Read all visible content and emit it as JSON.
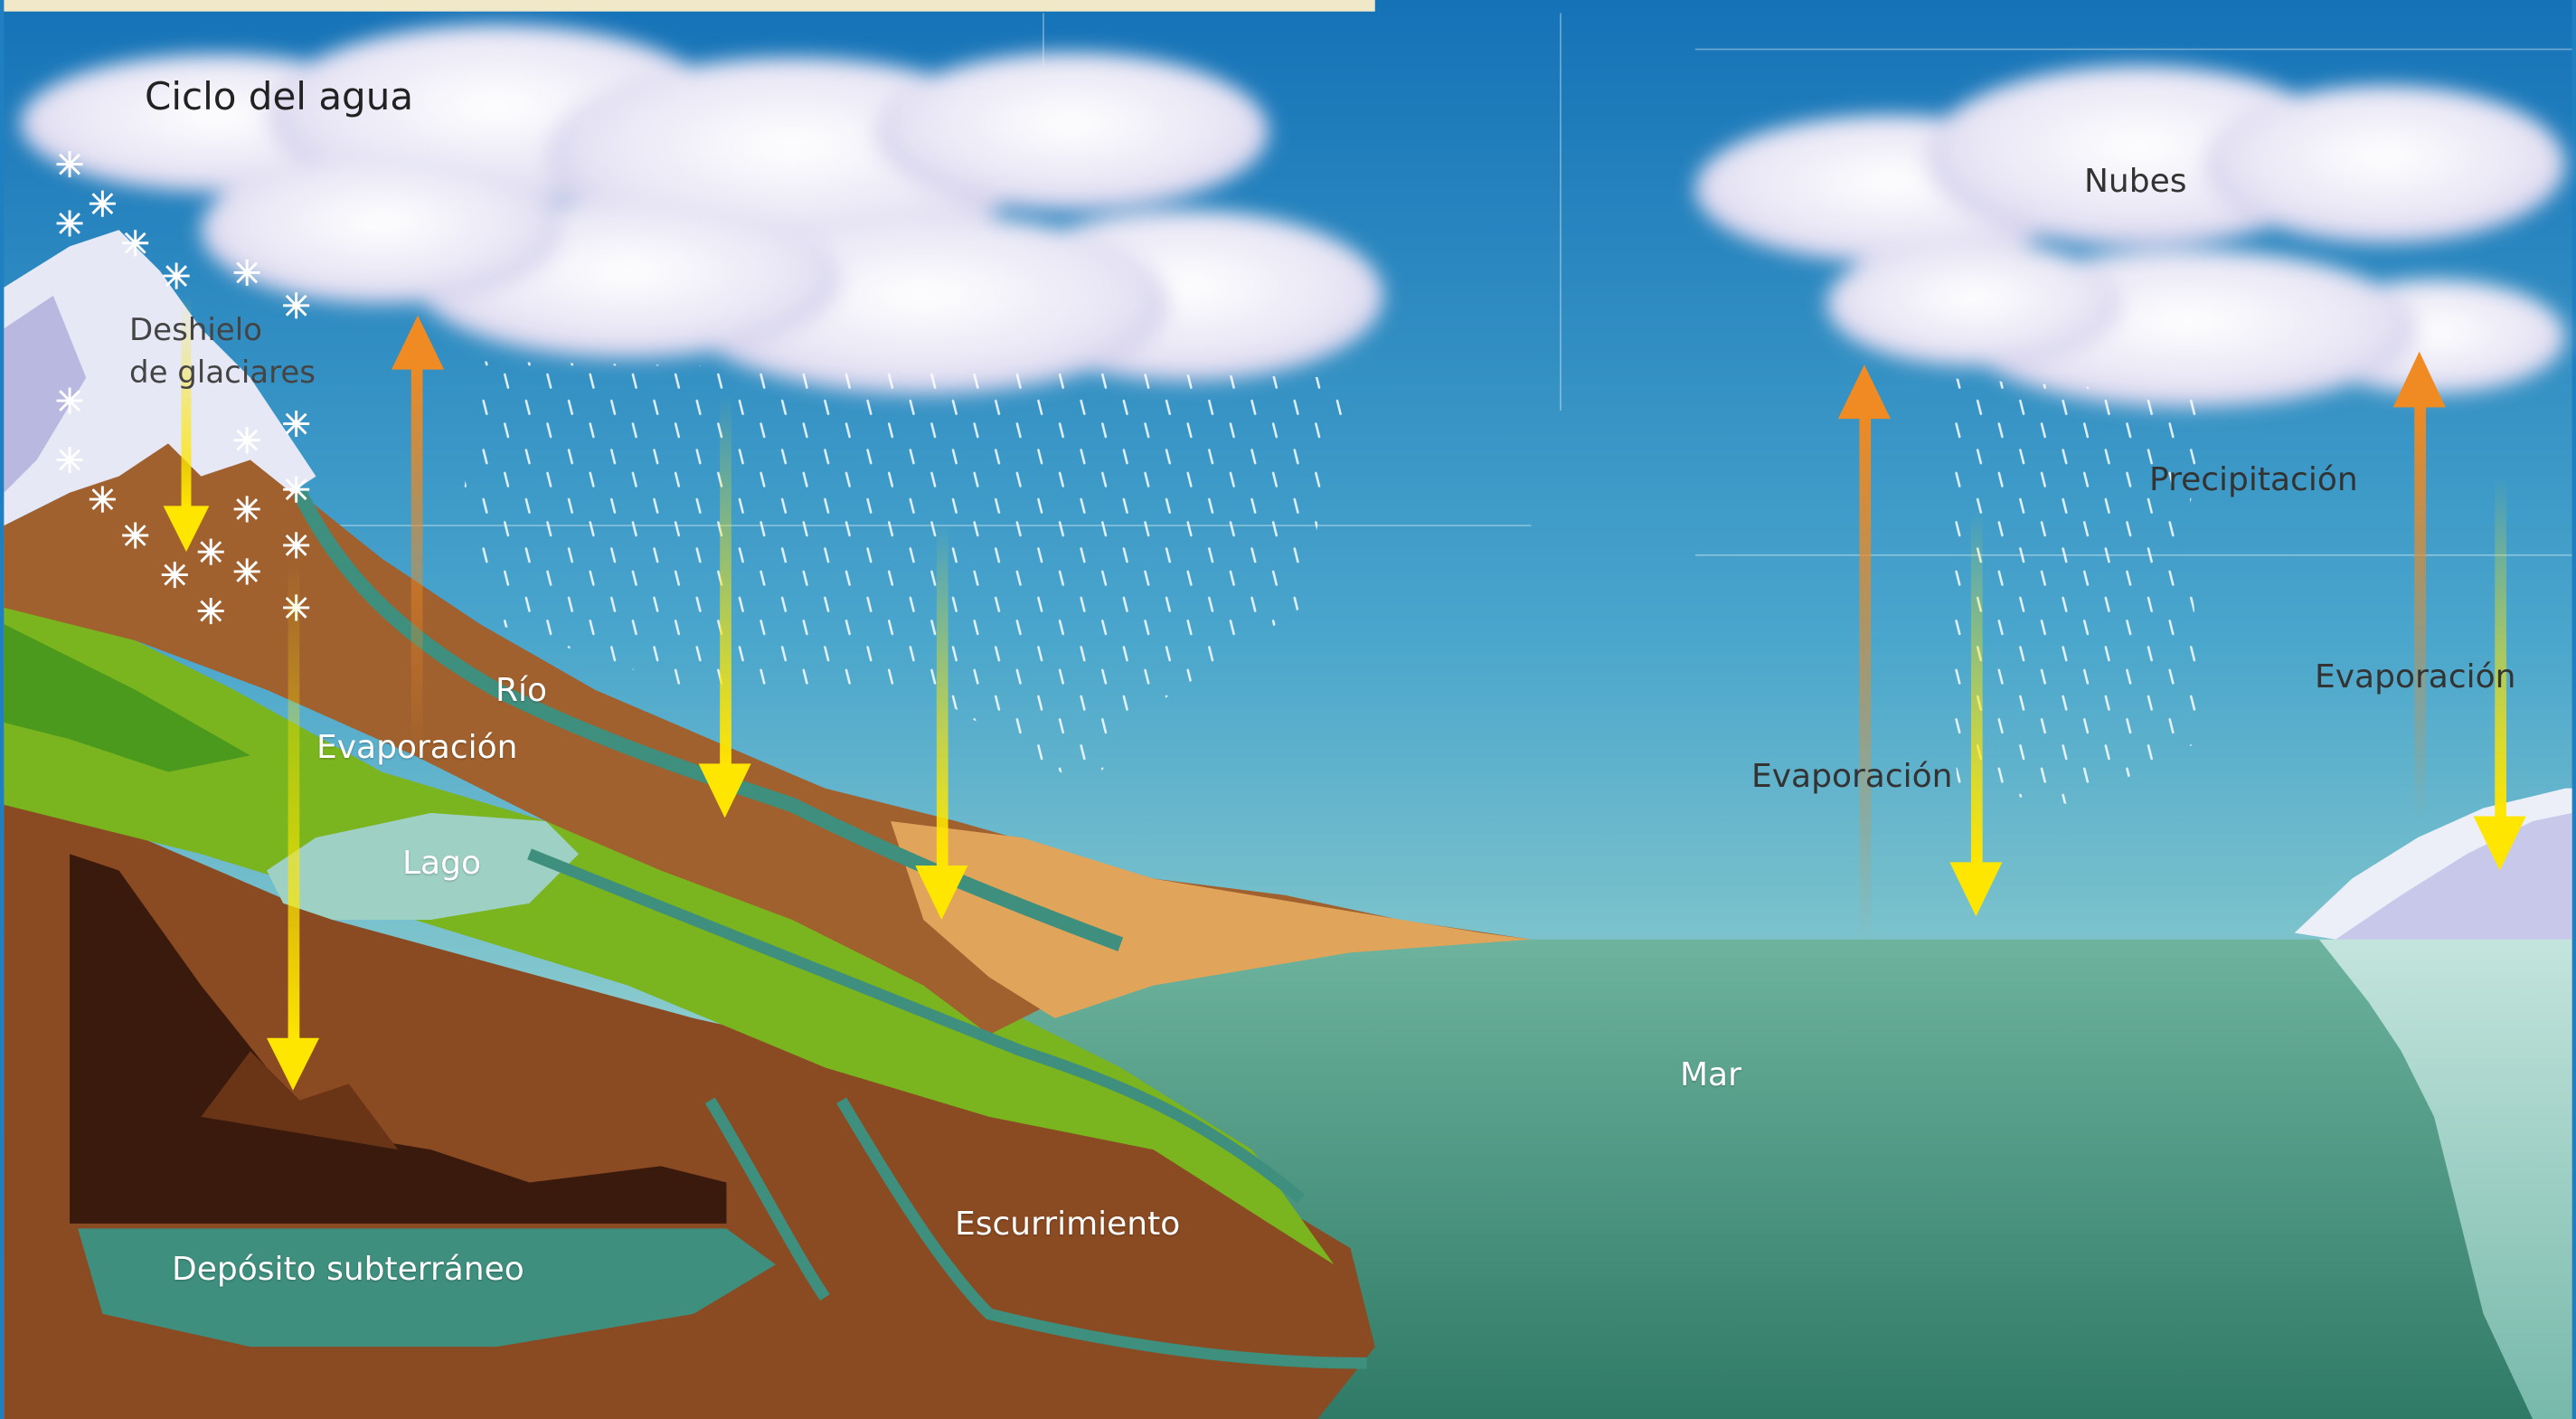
{
  "title": "Ciclo del agua",
  "labels": {
    "nubes": "Nubes",
    "precipitacion": "Precipitación",
    "evaporacion_mountain": "Evaporación",
    "evaporacion_sea": "Evaporación",
    "evaporacion_iceberg": "Evaporación",
    "deshielo_line1": "Deshielo",
    "deshielo_line2": "de glaciares",
    "rio": "Río",
    "lago": "Lago",
    "mar": "Mar",
    "escurrimiento": "Escurrimiento",
    "deposito": "Depósito subterráneo"
  },
  "colors": {
    "sky_top": "#1874b8",
    "sky_bottom": "#c8ecd6",
    "sea": "#3f8d7c",
    "arrow_yellow": "#ffe600",
    "arrow_orange": "#f08a22",
    "grass": "#7ab41e",
    "soil": "#8a4a22"
  },
  "icons": [
    "snowflake-icon",
    "raindrop-icon",
    "arrow-up-icon",
    "arrow-down-icon"
  ]
}
